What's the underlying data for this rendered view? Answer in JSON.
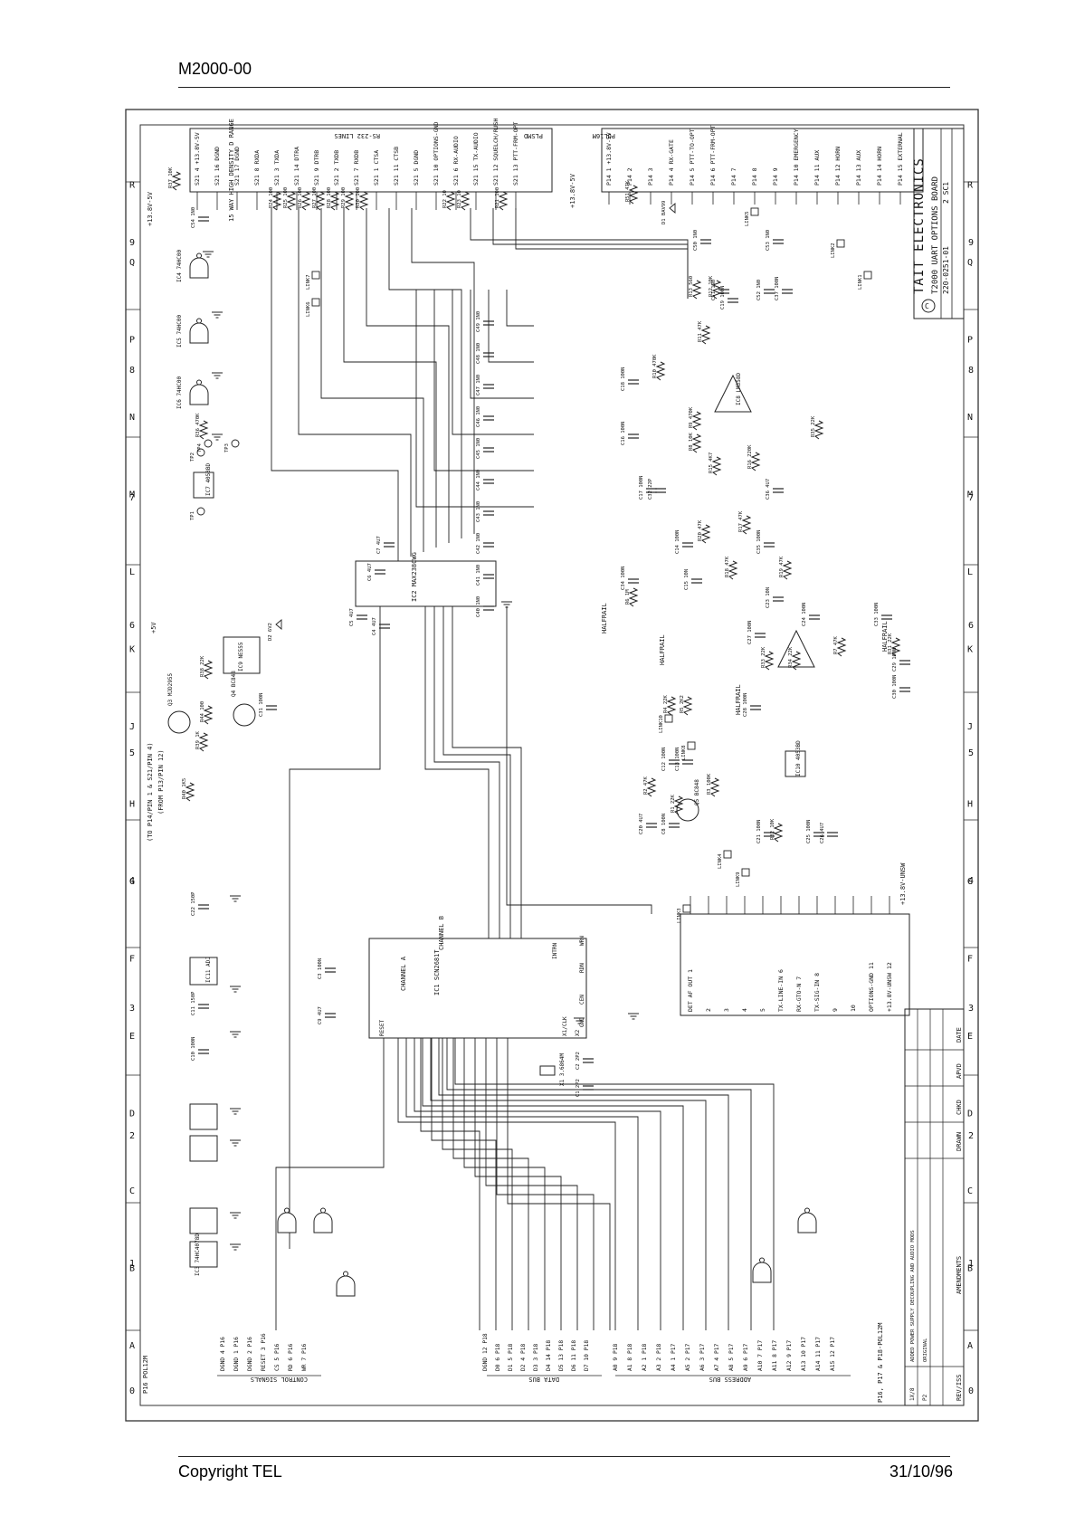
{
  "header": {
    "document_code": "M2000-00"
  },
  "footer": {
    "copyright": "Copyright TEL",
    "date": "31/10/96"
  },
  "schematic": {
    "zone_numbers": [
      "0",
      "1",
      "2",
      "3",
      "4",
      "5",
      "6",
      "7",
      "8",
      "9"
    ],
    "zone_letters": [
      "A",
      "B",
      "C",
      "D",
      "E",
      "F",
      "G",
      "H",
      "J",
      "K",
      "L",
      "M",
      "N",
      "P",
      "Q",
      "R"
    ],
    "title_block": {
      "company": "TAIT ELECTRONICS",
      "title": "T2000 UART OPTIONS BOARD",
      "sheet": "2 SC1",
      "part_no": "220-0251-01",
      "revision": "REV/ISS",
      "amendments": "AMENDMENTS",
      "drawn": "DRAWN",
      "checked": "CHKD",
      "approved": "APVD",
      "date": "DATE",
      "rev_entries": [
        "1X/8",
        "P2"
      ],
      "amend_entries": [
        "ADDED POWER SUPPLY DECOUPLING AND AUDIO MODS",
        "ORIGINAL"
      ]
    },
    "connectors": {
      "rs232_label": "RS-232 LINES",
      "rs232_density": "15 WAY HIGH DENSITY D RANGE",
      "plsmd": "PLSMD",
      "pol16m": "POL16M",
      "pol1sm": "POL1SM",
      "data_bus": "DATA BUS",
      "address_bus": "ADDRESS BUS",
      "control_signals": "CONTROL SIGNALS",
      "p16_pol12m": "P16 POL12M",
      "bottom_note": "P16, P17 & P18-POL12M",
      "p14_note": "(TO P14/PIN 1 & S21/PIN 4)",
      "p13_note": "(FROM P13/PIN 12)"
    },
    "pins": {
      "s21": [
        "S21 4 +13.8V-5V",
        "S21 16 DGND",
        "S21 17 DGND",
        "S21 8 RXDA",
        "S21 3 TXDA",
        "S21 14 DTRA",
        "S21 9 DTRB",
        "S21 2 TXDB",
        "S21 7 RXDB",
        "S21 1 CTSA",
        "S21 11 CTSB",
        "S21 5 DGND",
        "S21 10 OPTIONS-GND",
        "S21 6 RX-AUDIO",
        "S21 15 TX-AUDIO",
        "S21 12 SQUELCH/RUSH",
        "S21 13 PTT-FRM-OPT"
      ],
      "p14": [
        "P14 1 +13.8V-5V",
        "P14 2",
        "P14 3",
        "P14 4 RX-GATE",
        "P14 5 PTT-TO-OPT",
        "P14 6 PTT-FRM-OPT",
        "P14 7",
        "P14 8",
        "P14 9",
        "P14 10 EMERGENCY",
        "P14 11 AUX",
        "P14 12 HORN",
        "P14 13 AUX",
        "P14 14 HORN",
        "P14 15 EXTERNAL"
      ],
      "p13": [
        "DET AF OUT 1",
        "2",
        "3",
        "4",
        "5",
        "TX-LINE-IN 6",
        "RX-GTO-N 7",
        "TX-SIG-IN 8",
        "9",
        "10",
        "OPTIONS-GND 11",
        "+13.8V-UNSW 12"
      ],
      "data_bus": [
        "DGND 12 P18",
        "D0 6 P18",
        "D1 5 P18",
        "D2 4 P18",
        "D3 3 P18",
        "D4 14 P18",
        "D5 13 P18",
        "D6 11 P18",
        "D7 10 P18"
      ],
      "address_bus": [
        "A0 9 P18",
        "A1 8 P18",
        "A2 1 P18",
        "A3 2 P18",
        "A4 1 P17",
        "A5 2 P17",
        "A6 3 P17",
        "A7 4 P17",
        "A8 5 P17",
        "A9 6 P17",
        "A10 7 P17",
        "A11 8 P17",
        "A12 9 P17",
        "A13 10 P17",
        "A14 11 P17",
        "A15 12 P17"
      ],
      "control": [
        "DGND 4 P16",
        "DGND 1 P16",
        "DGND 2 P16",
        "RESET 3 P16",
        "CS 5 P16",
        "RD 6 P16",
        "WR 7 P16"
      ]
    },
    "components": {
      "uart": "IC1 SCN2681T",
      "rs232": "IC2 MAX238CWG",
      "ic3": "IC3 74HC4078D",
      "ic4": "IC4 74HC00",
      "ic5": "IC5 74HC00",
      "ic6": "IC6 74HC00",
      "ic7": "IC7 4053BD",
      "ic8": "IC8 LM358D",
      "ic9": "IC9 NE555",
      "ic10": "IC10 4053BD",
      "ic11": "IC11 ADJ",
      "uart_channel_a": "CHANNEL A",
      "uart_channel_b": "CHANNEL B",
      "uart_reset": "RESET",
      "uart_intrn": "INTRN",
      "uart_x1": "X1/CLK",
      "uart_x2": "X2",
      "uart_rdn": "RDN",
      "uart_wrn": "WRN",
      "uart_cen": "CEN",
      "uart_gnd": "GND",
      "q3": "Q3 MJD2955",
      "q4": "Q4 BC848",
      "q5": "Q5 BC848",
      "x1": "X1 3.6864M",
      "halfrail": "HALFRAIL",
      "plus5v": "+5V",
      "plus13v": "+13.8V-5V",
      "plus13unsw": "+13.8V-UNSW",
      "resistors": [
        "R37 10K",
        "R24 100",
        "R25 100",
        "R26 100",
        "R27 100",
        "R28 100",
        "R29 100",
        "R30 100",
        "R22 10",
        "R23 10",
        "R21 100",
        "R51 47K",
        "R12 10K",
        "R13 560",
        "R11 47K",
        "R10 470K",
        "R9 470K",
        "R8 10K",
        "R15 4K7",
        "R16 220K",
        "R17 47K",
        "R18 47K",
        "R19 47K",
        "R20 47K",
        "R1 22K",
        "R2 47K",
        "R3 100K",
        "R4 22K",
        "R5 2K2",
        "R6 1M",
        "R7 47K",
        "R31 22K",
        "R32 10K",
        "R33 22K",
        "R34 22K",
        "R35 22K",
        "R36 470K",
        "R38 22K",
        "R39 1K",
        "R40 1K5",
        "R44 100"
      ],
      "capacitors": [
        "C54 1N0",
        "C50 1N0",
        "C53 1N0",
        "C51 1N0",
        "C52 1N0",
        "C49 1N0",
        "C48 1N0",
        "C47 1N0",
        "C46 1N0",
        "C45 1N0",
        "C44 1N0",
        "C43 1N0",
        "C42 1N0",
        "C41 1N0",
        "C40 1N0",
        "C22 150P",
        "C11 150P",
        "C10 100N",
        "C6 4U7",
        "C7 4U7",
        "C5 4U7",
        "C4 4U7",
        "C3 100N",
        "C2 2P2",
        "C1 2P2",
        "C9 4U7",
        "C8 100N",
        "C12 100N",
        "C13 100N",
        "C14 100N",
        "C15 10N",
        "C16 100N",
        "C17 100N",
        "C18 100N",
        "C19 100N",
        "C20 4U7",
        "C21 100N",
        "C23 10N",
        "C24 100N",
        "C25 100N",
        "C26 4U7",
        "C27 100N",
        "C28 100N",
        "C29 100N",
        "C30 100N",
        "C31 100N",
        "C32 22P",
        "C33 100N",
        "C34 100N",
        "C35 100N",
        "C36 4U7",
        "C37 100N"
      ],
      "links": [
        "LINK1",
        "LINK2",
        "LINK3",
        "LINK4",
        "LINK5",
        "LINK6",
        "LINK7",
        "LINK8",
        "LINK9",
        "LINK10"
      ],
      "test_points": [
        "TP1",
        "TP2",
        "TP3",
        "TP4"
      ],
      "diodes": [
        "D1 BAV99",
        "D2 6V2"
      ]
    }
  }
}
